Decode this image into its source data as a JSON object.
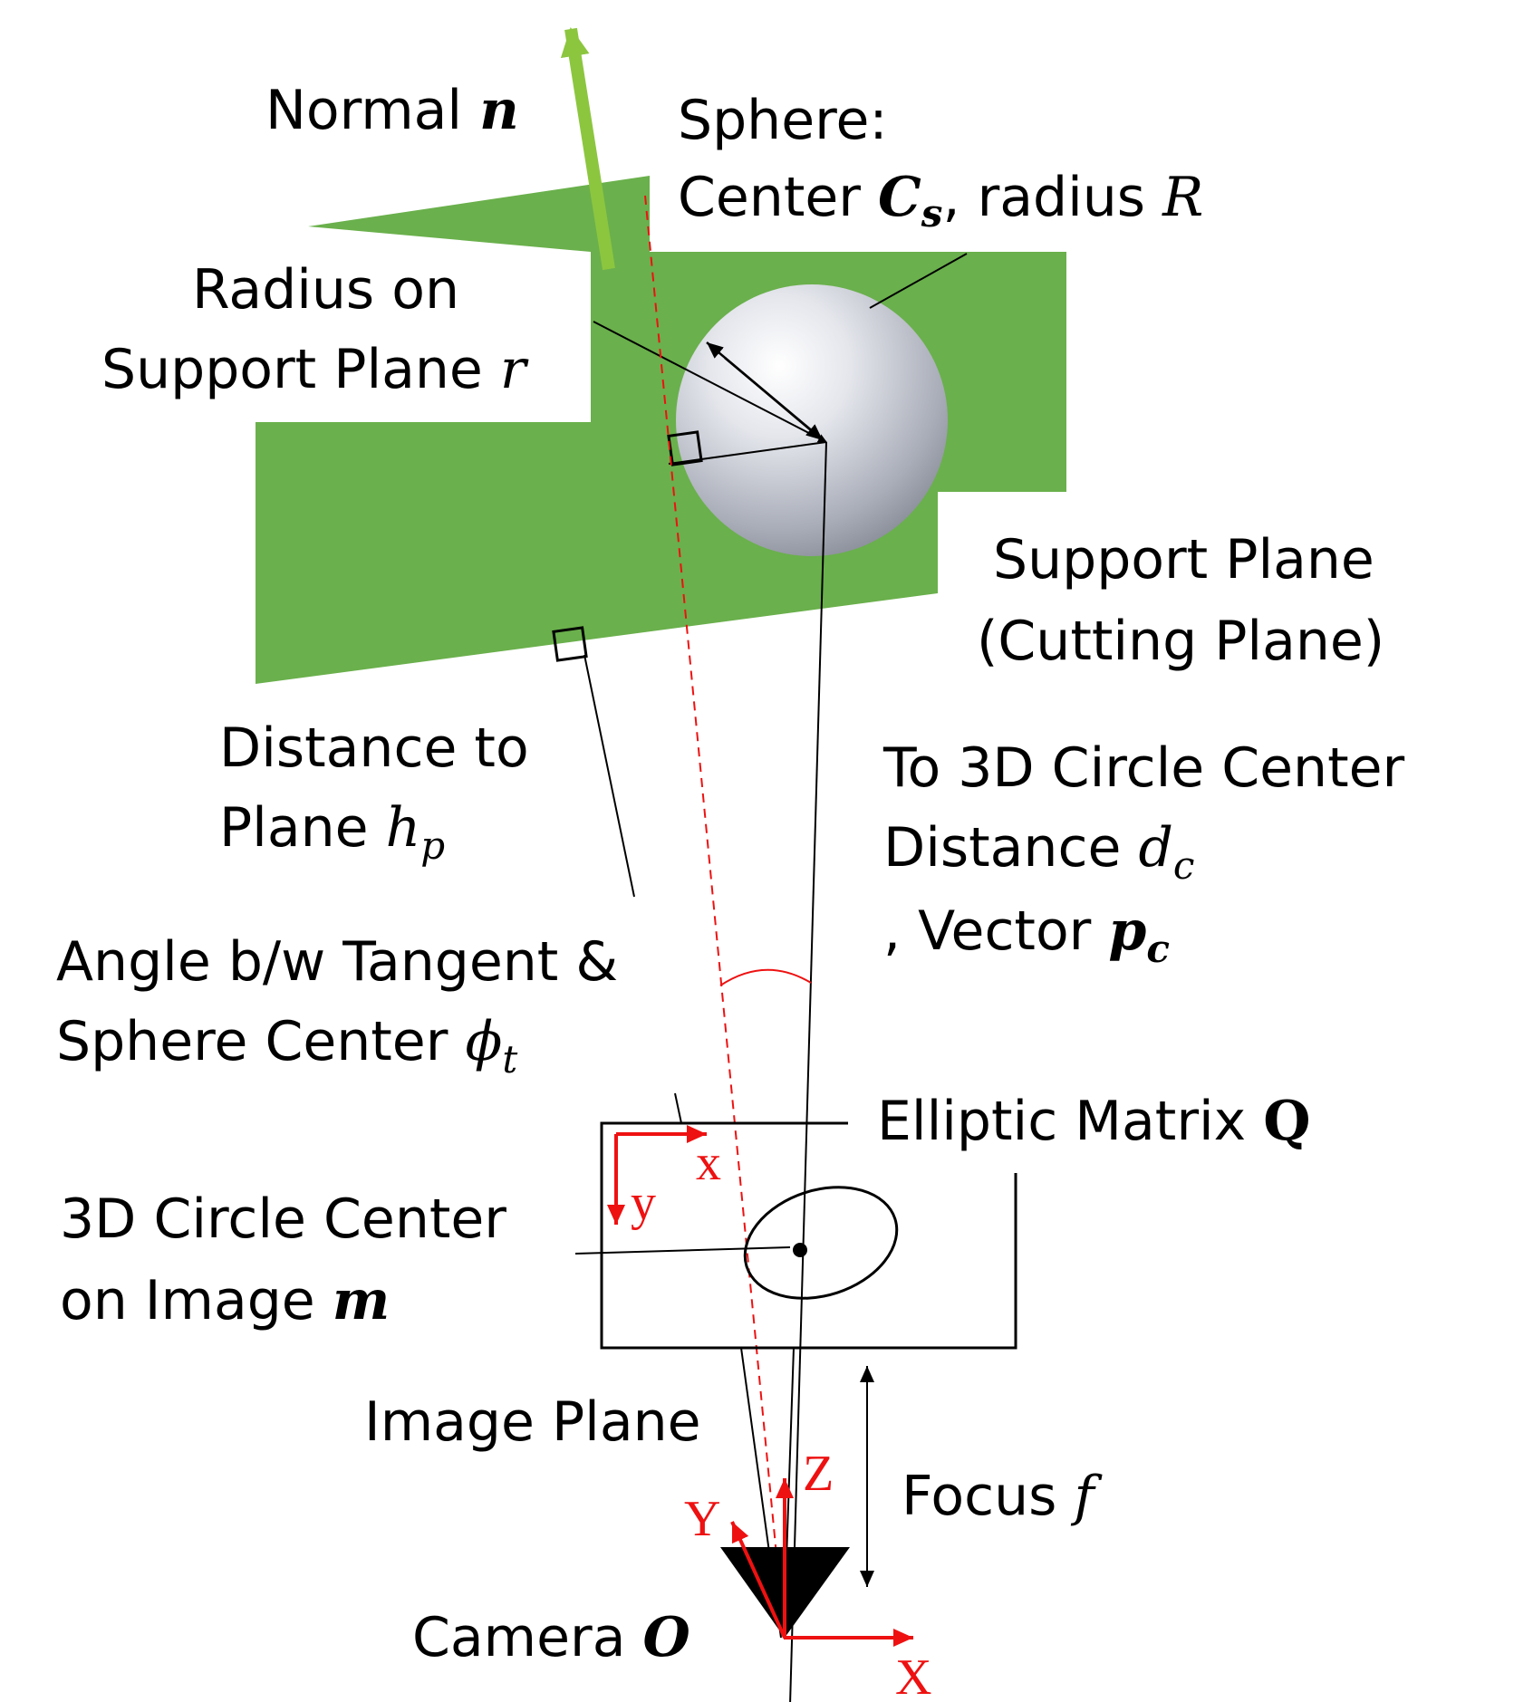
{
  "colors": {
    "plane": "#6ab04c",
    "normal_arrow": "#8cc63f",
    "axis": "#ee1111",
    "dashed": "#ee1111",
    "ink": "#000000"
  },
  "labels": {
    "normal": {
      "text": "Normal ",
      "sym": "n"
    },
    "sphere": {
      "line1": "Sphere:",
      "line2_pre": "Center ",
      "line2_sym": "C",
      "line2_sub": "s",
      "line2_mid": ", radius ",
      "line2_r": "R"
    },
    "radius_on": {
      "line1": "Radius on",
      "line2": "Support Plane ",
      "sym": "r"
    },
    "support_plane": {
      "line1": "Support Plane",
      "line2": "(Cutting Plane)"
    },
    "distance_plane": {
      "line1": "Distance to",
      "line2": "Plane ",
      "sym": "h",
      "sub": "p"
    },
    "to_circle": {
      "line1": "To 3D Circle Center",
      "line2": "Distance ",
      "line2_sym": "d",
      "line2_sub": "c",
      "line3": ", Vector ",
      "line3_sym": "p",
      "line3_sub": "c"
    },
    "angle": {
      "line1": "Angle b/w Tangent &",
      "line2": "Sphere Center ",
      "sym": "ϕ",
      "sub": "t"
    },
    "elliptic": {
      "text": "Elliptic Matrix ",
      "sym": "Q"
    },
    "circle_center": {
      "line1": "3D Circle Center",
      "line2": "on Image ",
      "sym": "m"
    },
    "image_plane": {
      "text": "Image Plane"
    },
    "focus": {
      "text": "Focus ",
      "sym": "f"
    },
    "camera": {
      "text": "Camera ",
      "sym": "O"
    }
  },
  "axes": {
    "image_x": "x",
    "image_y": "y",
    "cam_Z": "Z",
    "cam_Y": "Y",
    "cam_X": "X"
  }
}
